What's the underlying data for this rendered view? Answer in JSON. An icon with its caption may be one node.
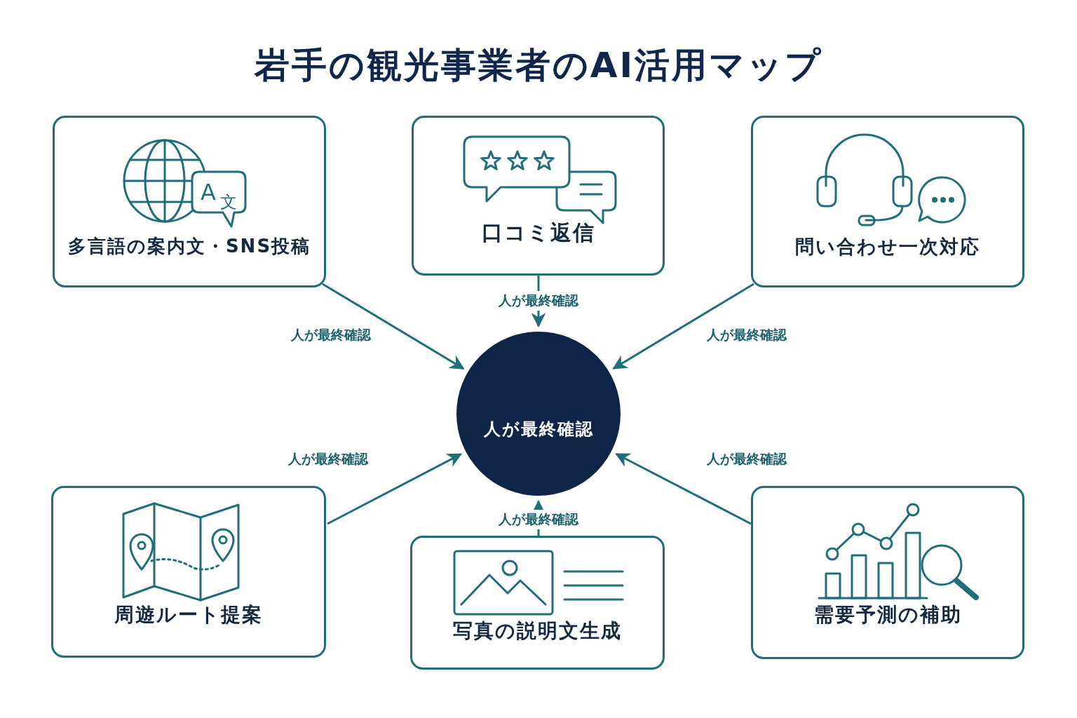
{
  "diagram": {
    "title": "岩手の観光事業者のAI活用マップ",
    "nodes": [
      {
        "text": [
          "多言語の案内文・SNS投稿"
        ]
      },
      {
        "text": [
          "口コミ返信"
        ]
      },
      {
        "text": [
          "問い合わせ一次対応"
        ]
      },
      {
        "text": [
          "人が最終確認"
        ]
      },
      {
        "text": [
          "周遊ルート提案"
        ]
      },
      {
        "text": [
          "写真の説明文生成"
        ]
      },
      {
        "text": [
          "需要予測の補助"
        ]
      }
    ],
    "edges": [
      {
        "from": 0,
        "to": 3,
        "arrow": "to",
        "label": "人が最終確認"
      },
      {
        "from": 1,
        "to": 3,
        "arrow": "to",
        "label": "人が最終確認"
      },
      {
        "from": 2,
        "to": 3,
        "arrow": "to",
        "label": "人が最終確認"
      },
      {
        "from": 4,
        "to": 3,
        "arrow": "to",
        "label": "人が最終確認"
      },
      {
        "from": 5,
        "to": 3,
        "arrow": "to",
        "label": "人が最終確認"
      },
      {
        "from": 6,
        "to": 3,
        "arrow": "to",
        "label": "人が最終確認"
      }
    ],
    "labels": [
      "A",
      "文"
    ]
  }
}
